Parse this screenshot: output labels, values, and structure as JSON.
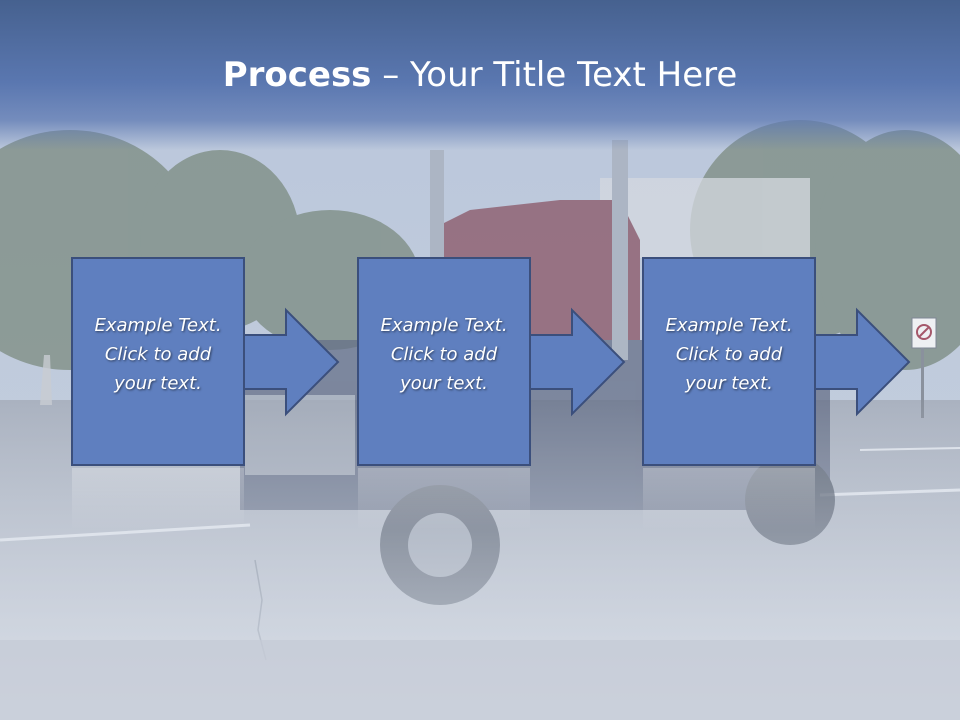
{
  "slide": {
    "title_bold": "Process",
    "title_rest": " – Your Title Text Here"
  },
  "steps": [
    {
      "line1": "Example Text.",
      "line2": "Click  to add",
      "line3": "your text."
    },
    {
      "line1": "Example Text.",
      "line2": "Click  to add",
      "line3": "your text."
    },
    {
      "line1": "Example Text.",
      "line2": "Click  to add",
      "line3": "your text."
    }
  ],
  "colors": {
    "box_fill": "#5f7fbf",
    "box_border": "#3b4f7c",
    "title_band": "#4d6aa3"
  },
  "background": {
    "image": "faded photo of a truck in a parking lot with trees",
    "sign_icon": "no-parking-sign-icon"
  }
}
